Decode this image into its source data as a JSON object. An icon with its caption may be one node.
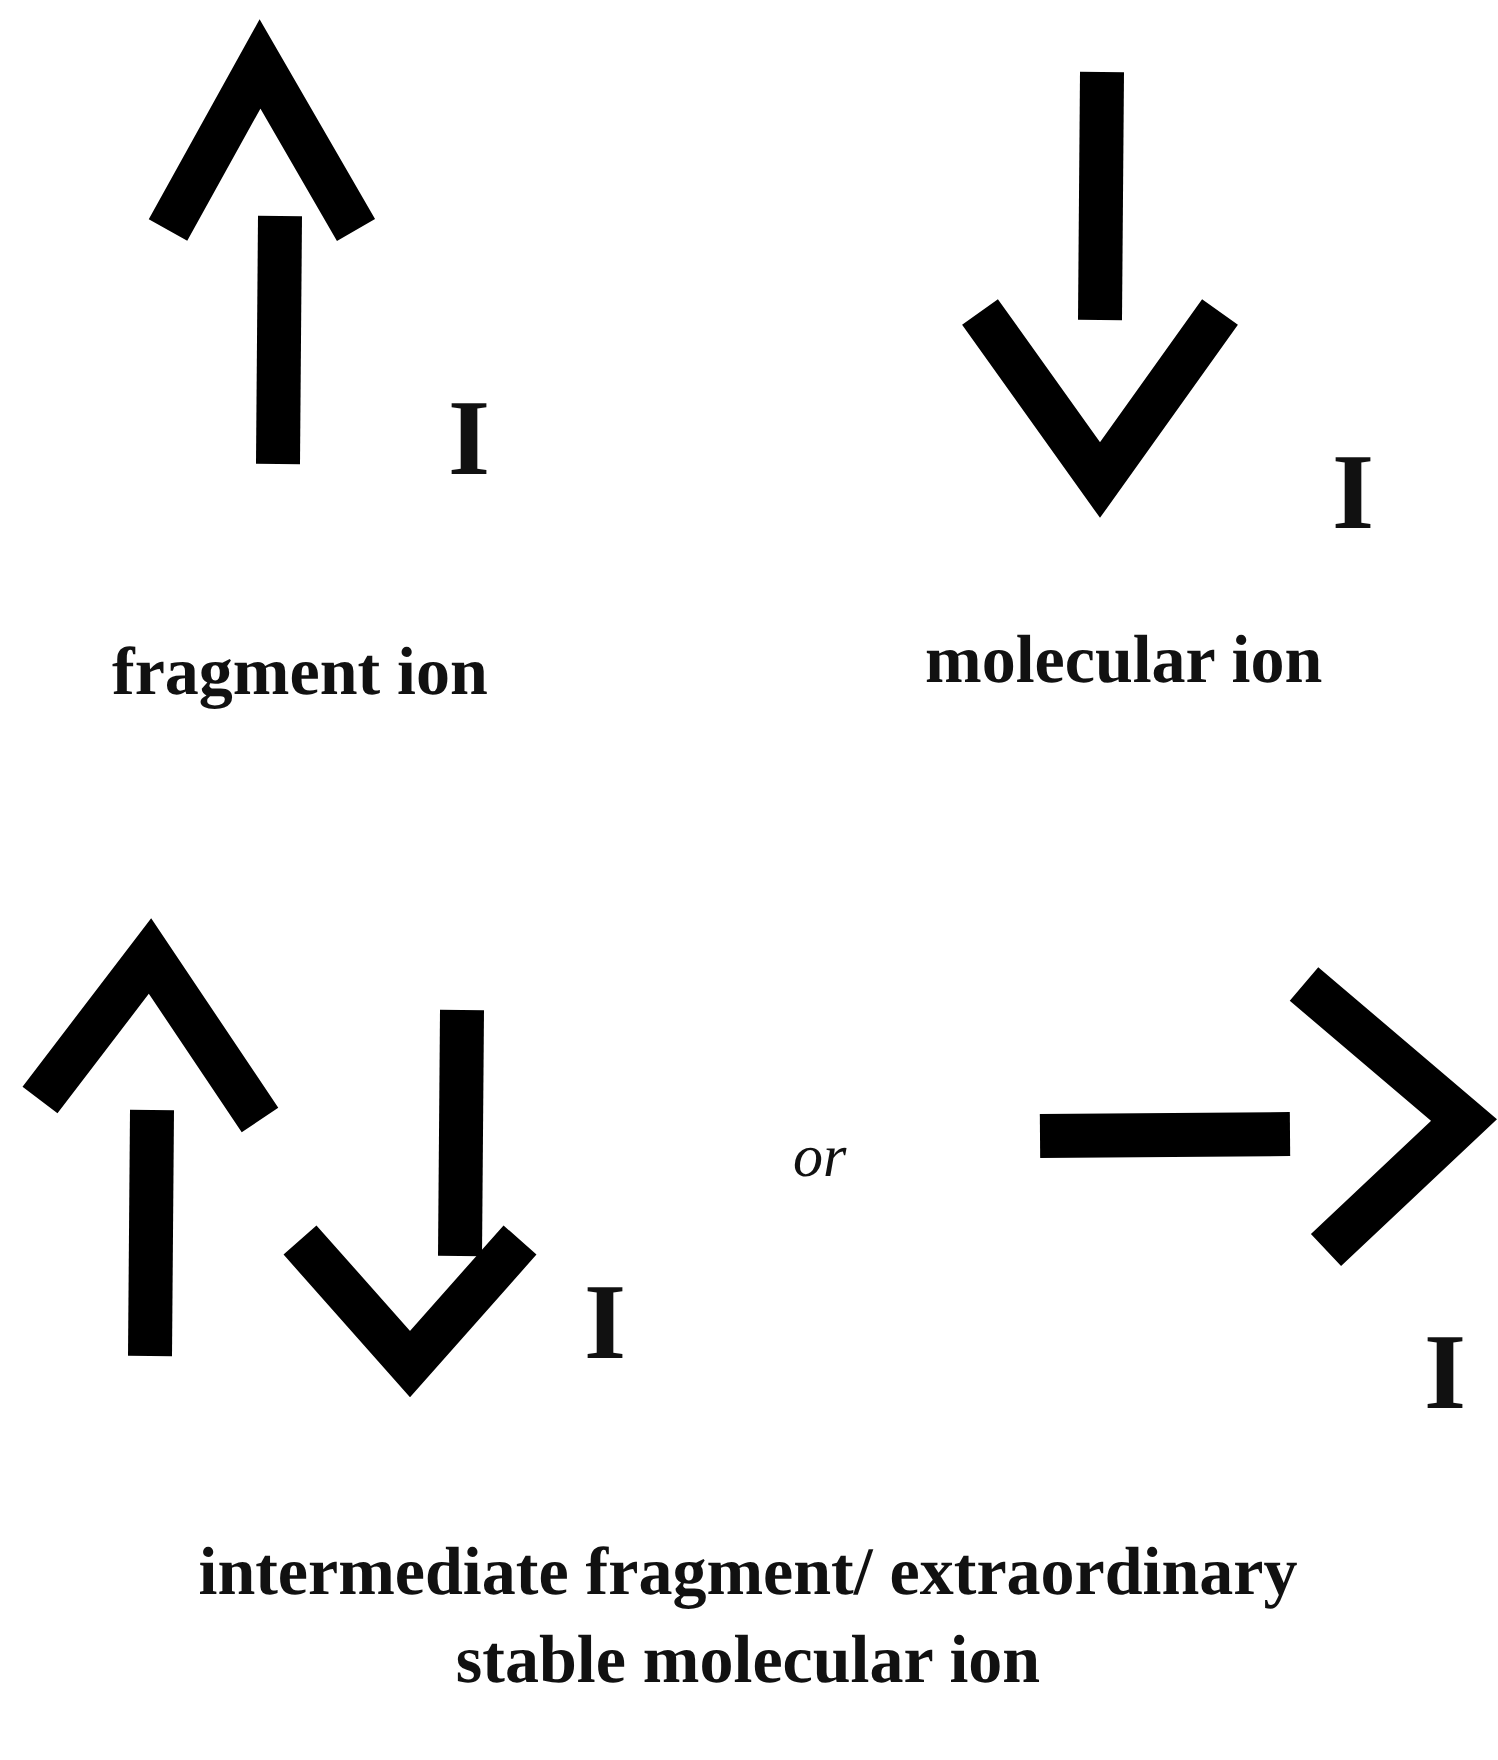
{
  "diagram": {
    "labels": [
      "I",
      "fragment ion",
      "I",
      "molecular ion",
      "I",
      "or",
      "I",
      "intermediate fragment/ extraordinary stable molecular ion"
    ]
  }
}
